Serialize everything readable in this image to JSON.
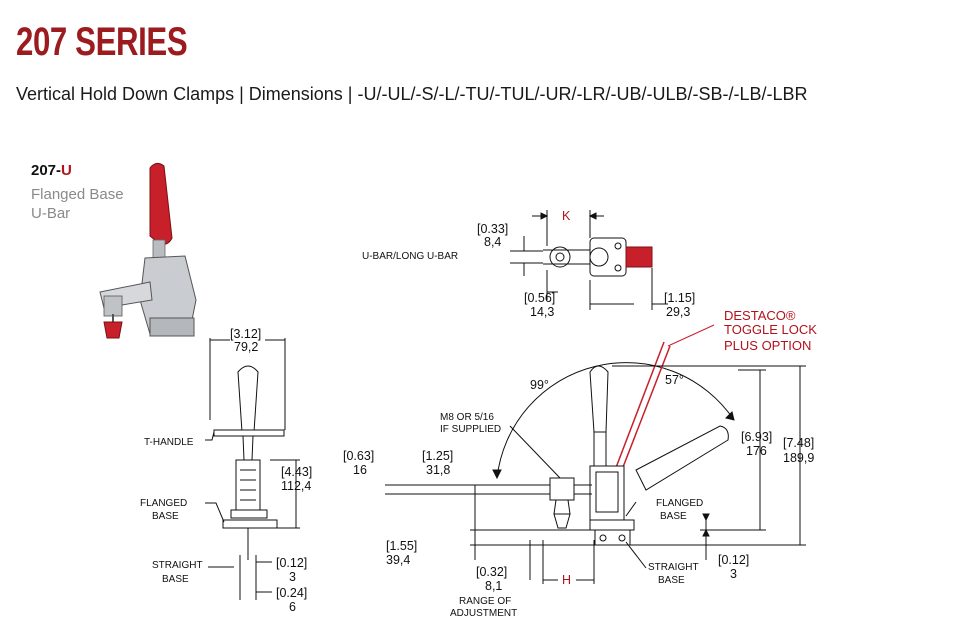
{
  "header": {
    "title": "207 SERIES",
    "subtitle": "Vertical Hold Down Clamps | Dimensions | -U/-UL/-S/-L/-TU/-TUL/-UR/-LR/-UB/-ULB/-SB-/-LB/-LBR"
  },
  "product": {
    "model_prefix": "207-",
    "model_suffix": "U",
    "line1": "Flanged Base",
    "line2": "U-Bar"
  },
  "labels": {
    "u_bar": "U-BAR/LONG U-BAR",
    "t_handle": "T-HANDLE",
    "flanged_base_1": "FLANGED",
    "flanged_base_2": "BASE",
    "straight_base_1": "STRAIGHT",
    "straight_base_2": "BASE",
    "m8_1": "M8 OR 5/16",
    "m8_2": "IF SUPPLIED",
    "range_1": "RANGE OF",
    "range_2": "ADJUSTMENT",
    "toggle_1": "DESTACO®",
    "toggle_2": "TOGGLE LOCK",
    "toggle_3": "PLUS OPTION",
    "k": "K",
    "h": "H",
    "angle_99": "99°",
    "angle_57": "57°"
  },
  "dims": {
    "d033_in": "[0.33]",
    "d033_mm": "8,4",
    "d056_in": "[0.56]",
    "d056_mm": "14,3",
    "d115_in": "[1.15]",
    "d115_mm": "29,3",
    "d312_in": "[3.12]",
    "d312_mm": "79,2",
    "d443_in": "[4.43]",
    "d443_mm": "112,4",
    "d012_in": "[0.12]",
    "d012_mm": "3",
    "d024_in": "[0.24]",
    "d024_mm": "6",
    "d063_in": "[0.63]",
    "d063_mm": "16",
    "d125_in": "[1.25]",
    "d125_mm": "31,8",
    "d155_in": "[1.55]",
    "d155_mm": "39,4",
    "d032_in": "[0.32]",
    "d032_mm": "8,1",
    "d693_in": "[6.93]",
    "d693_mm": "176",
    "d748_in": "[7.48]",
    "d748_mm": "189,9",
    "d012b_in": "[0.12]",
    "d012b_mm": "3"
  },
  "colors": {
    "brand_red": "#9b1b1f",
    "accent_red": "#b3121b",
    "handle_red": "#c8202a",
    "metal": "#c9ccd0"
  }
}
